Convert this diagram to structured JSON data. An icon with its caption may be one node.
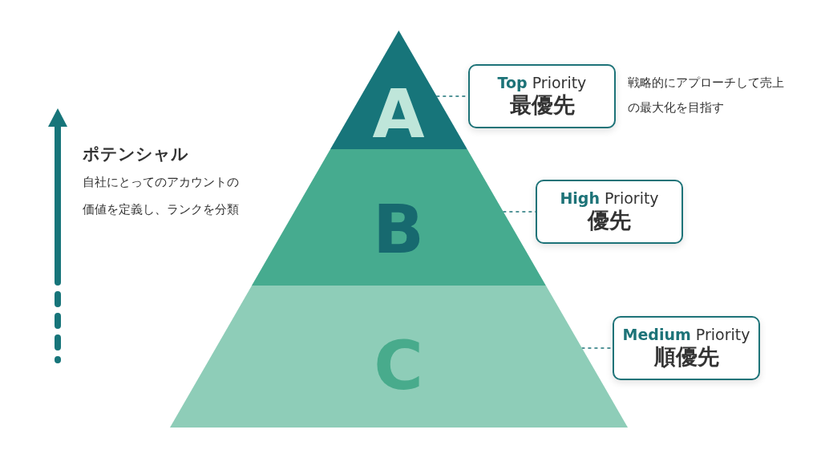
{
  "diagram": {
    "nodes": [
      {
        "text": [
          "A"
        ]
      },
      {
        "text": [
          "B"
        ]
      },
      {
        "text": [
          "C"
        ]
      },
      {
        "text": [
          "**Top** Priority",
          "最優先"
        ],
        "beside": [
          "戦略的にアプローチして売上の最大化を目指す"
        ]
      },
      {
        "text": [
          "**High** Priority",
          "優先"
        ]
      },
      {
        "text": [
          "**Medium** Priority",
          "順優先"
        ]
      }
    ],
    "edges": [
      {
        "from": 0,
        "to": 3,
        "arrow": "none",
        "style": "dashed"
      },
      {
        "from": 1,
        "to": 4,
        "arrow": "none",
        "style": "dashed"
      },
      {
        "from": 2,
        "to": 5,
        "arrow": "none",
        "style": "dashed"
      }
    ],
    "labels": [
      "ポテンシャル",
      "自社にとってのアカウントの価値を定義し、ランクを分類"
    ]
  }
}
